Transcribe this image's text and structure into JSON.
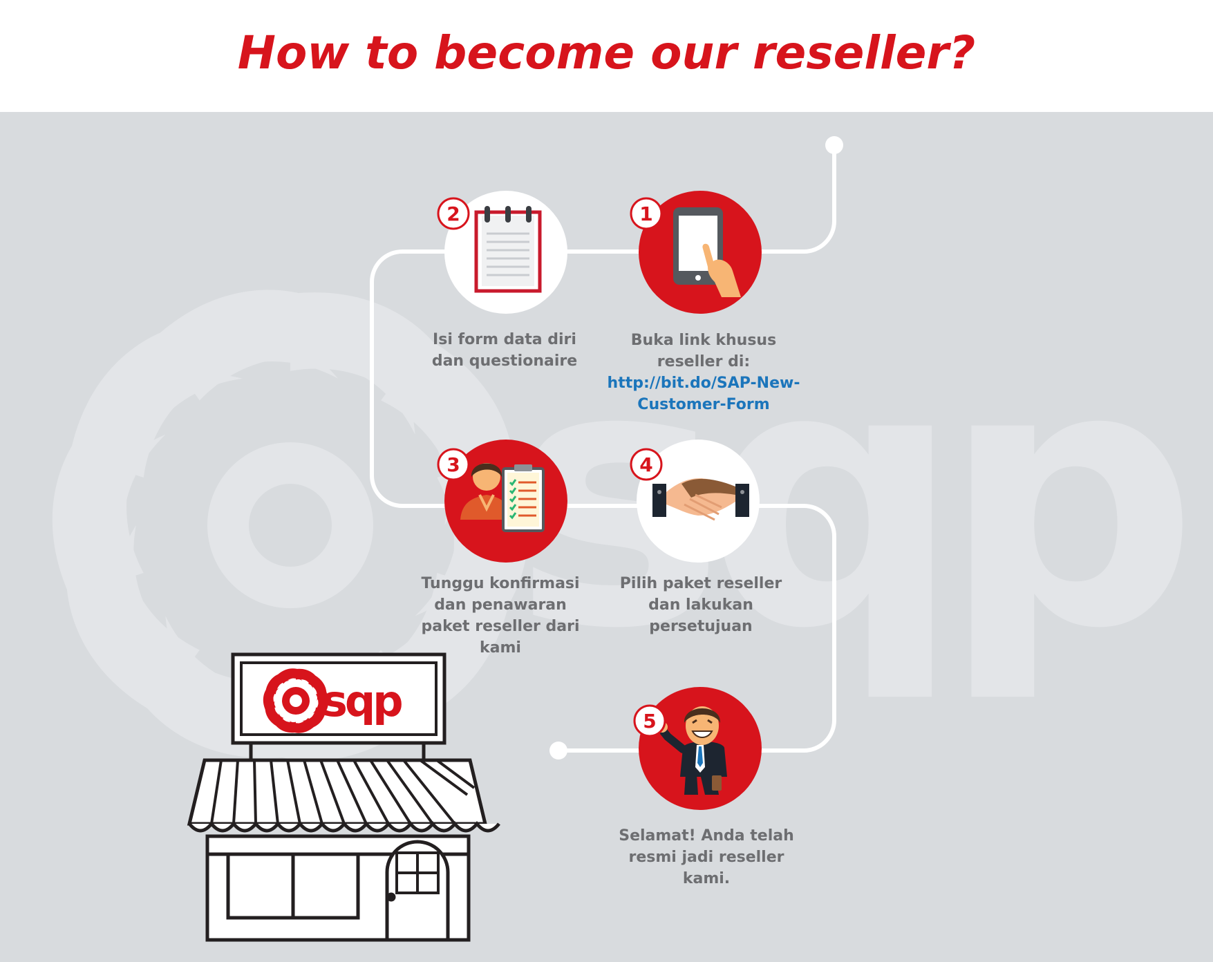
{
  "header": {
    "title": "How to become our reseller?"
  },
  "watermark": {
    "brand": "sqp"
  },
  "storefront": {
    "sign_text": "sqp"
  },
  "colors": {
    "accent_red": "#d7141c",
    "panel_gray": "#d8dbde",
    "caption_gray": "#6d6e71",
    "link_blue": "#1b75bb"
  },
  "steps": [
    {
      "number": "1",
      "icon": "tablet-tap-icon",
      "caption_lines": [
        "Buka link khusus",
        "reseller di:"
      ],
      "link_lines": [
        "http://bit.do/SAP-New-",
        "Customer-Form"
      ]
    },
    {
      "number": "2",
      "icon": "notepad-icon",
      "caption_lines": [
        "Isi form data diri",
        "dan questionaire"
      ]
    },
    {
      "number": "3",
      "icon": "woman-clipboard-icon",
      "caption_lines": [
        "Tunggu konfirmasi",
        "dan penawaran",
        "paket reseller dari",
        "kami"
      ]
    },
    {
      "number": "4",
      "icon": "handshake-icon",
      "caption_lines": [
        "Pilih paket reseller",
        "dan lakukan",
        "persetujuan"
      ]
    },
    {
      "number": "5",
      "icon": "businessman-thumbs-up-icon",
      "caption_lines": [
        "Selamat! Anda telah",
        "resmi jadi reseller",
        "kami."
      ]
    }
  ]
}
